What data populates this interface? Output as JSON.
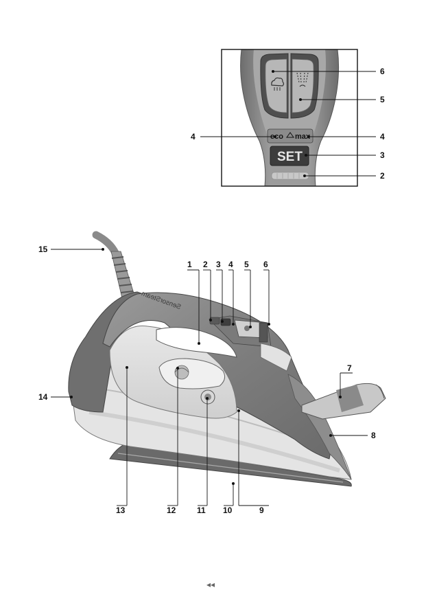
{
  "inset": {
    "steam_icon": "steam-cloud-icon",
    "spray_icon": "spray-icon",
    "eco_label": "eco",
    "max_label": "max",
    "set_label": "SET",
    "callouts": [
      "6",
      "5",
      "4",
      "4",
      "3",
      "2"
    ]
  },
  "iron": {
    "brand_text": "SensorSteam",
    "callouts_top": [
      "1",
      "2",
      "3",
      "4",
      "5",
      "6"
    ],
    "callout_7": "7",
    "callout_8": "8",
    "callout_14": "14",
    "callout_15": "15",
    "callouts_bottom": [
      "13",
      "12",
      "11",
      "10",
      "9"
    ]
  },
  "footer": {
    "page_marker": "◂◂"
  }
}
